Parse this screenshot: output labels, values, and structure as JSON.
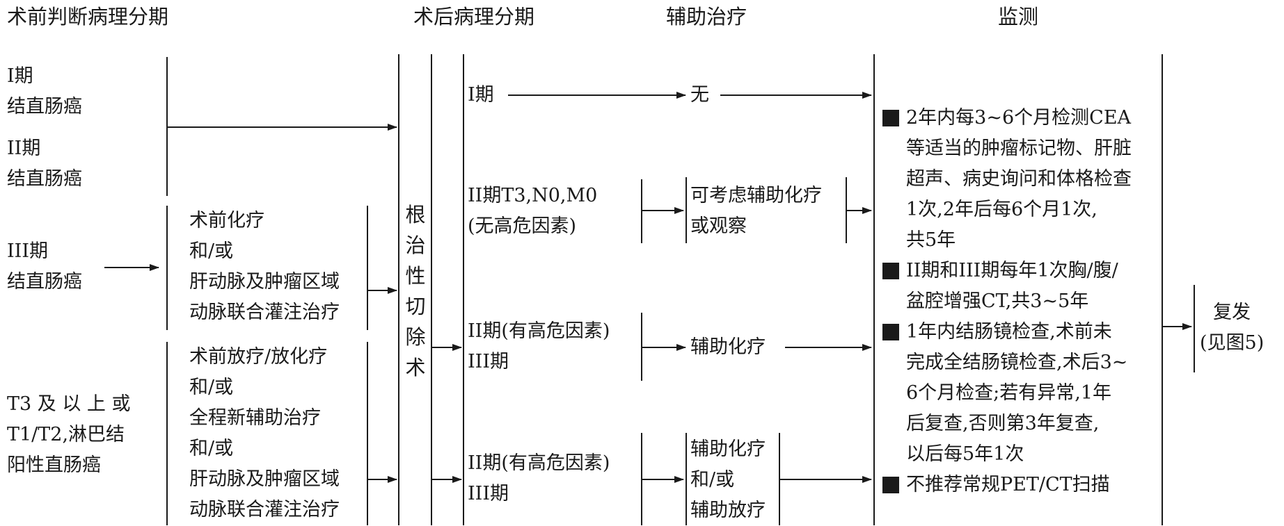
{
  "headers": {
    "preop": "术前判断病理分期",
    "postop": "术后病理分期",
    "adjuvant": "辅助治疗",
    "monitor": "监测"
  },
  "preop_stages": {
    "stage1": "I期\n结直肠癌",
    "stage2": "II期\n结直肠癌",
    "stage3": "III期\n结直肠癌",
    "stage_t3": "T3 及 以 上 或\nT1/T2,淋巴结\n阳性直肠癌"
  },
  "neoadjuvant": {
    "box1": "术前化疗\n和/或\n肝动脉及肿瘤区域\n动脉联合灌注治疗",
    "box2": "术前放疗/放化疗\n和/或\n全程新辅助治疗\n和/或\n肝动脉及肿瘤区域\n动脉联合灌注治疗"
  },
  "surgery": {
    "chars": [
      "根",
      "治",
      "性",
      "切",
      "除",
      "术"
    ]
  },
  "postop_stages": {
    "s1": "I期",
    "s2_low": "II期T3,N0,M0\n(无高危因素)",
    "s2_high_a": "II期(有高危因素)\nIII期",
    "s2_high_b": "II期(有高危因素)\nIII期"
  },
  "adjuvant_treatment": {
    "none": "无",
    "optional": "可考虑辅助化疗\n或观察",
    "chemo": "辅助化疗",
    "chemo_radio": "辅助化疗\n和/或\n辅助放疗"
  },
  "monitoring": [
    "2年内每3~6个月检测CEA\n等适当的肿瘤标记物、肝脏\n超声、病史询问和体格检查\n1次,2年后每6个月1次,\n共5年",
    "II期和III期每年1次胸/腹/\n盆腔增强CT,共3~5年",
    "1年内结肠镜检查,术前未\n完成全结肠镜检查,术后3~\n6个月检查;若有异常,1年\n后复查,否则第3年复查,\n以后每5年1次",
    "不推荐常规PET/CT扫描"
  ],
  "recurrence": "复发\n(见图5)"
}
